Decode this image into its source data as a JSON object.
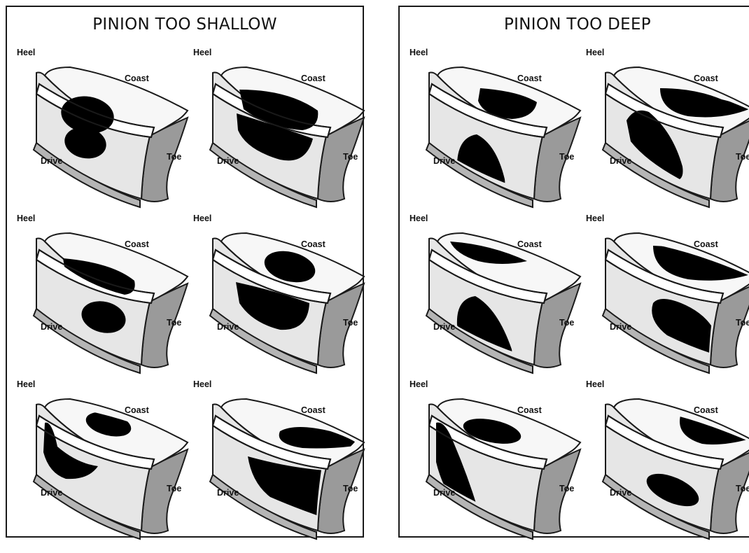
{
  "panels": [
    {
      "title": "PINION TOO SHALLOW",
      "cells": [
        {
          "heel": "Heel",
          "coast": "Coast",
          "drive": "Drive",
          "toe": "Toe",
          "pattern": "shallow-1"
        },
        {
          "heel": "Heel",
          "coast": "Coast",
          "drive": "Drive",
          "toe": "Toe",
          "pattern": "shallow-2"
        },
        {
          "heel": "Heel",
          "coast": "Coast",
          "drive": "Drive",
          "toe": "Toe",
          "pattern": "shallow-3"
        },
        {
          "heel": "Heel",
          "coast": "Coast",
          "drive": "Drive",
          "toe": "Toe",
          "pattern": "shallow-4"
        },
        {
          "heel": "Heel",
          "coast": "Coast",
          "drive": "Drive",
          "toe": "Toe",
          "pattern": "shallow-5"
        },
        {
          "heel": "Heel",
          "coast": "Coast",
          "drive": "Drive",
          "toe": "Toe",
          "pattern": "shallow-6"
        }
      ]
    },
    {
      "title": "PINION TOO DEEP",
      "cells": [
        {
          "heel": "Heel",
          "coast": "Coast",
          "drive": "Drive",
          "toe": "Toe",
          "pattern": "deep-1"
        },
        {
          "heel": "Heel",
          "coast": "Coast",
          "drive": "Drive",
          "toe": "Toe",
          "pattern": "deep-2"
        },
        {
          "heel": "Heel",
          "coast": "Coast",
          "drive": "Drive",
          "toe": "Toe",
          "pattern": "deep-3"
        },
        {
          "heel": "Heel",
          "coast": "Coast",
          "drive": "Drive",
          "toe": "Toe",
          "pattern": "deep-4"
        },
        {
          "heel": "Heel",
          "coast": "Coast",
          "drive": "Drive",
          "toe": "Toe",
          "pattern": "deep-5"
        },
        {
          "heel": "Heel",
          "coast": "Coast",
          "drive": "Drive",
          "toe": "Toe",
          "pattern": "deep-6"
        }
      ]
    }
  ],
  "colors": {
    "outline": "#1a1a1a",
    "face_light": "#e6e6e6",
    "face_white": "#f7f7f7",
    "side_gray": "#9a9a9a",
    "rim_gray": "#b5b5b5",
    "contact": "#000000"
  }
}
